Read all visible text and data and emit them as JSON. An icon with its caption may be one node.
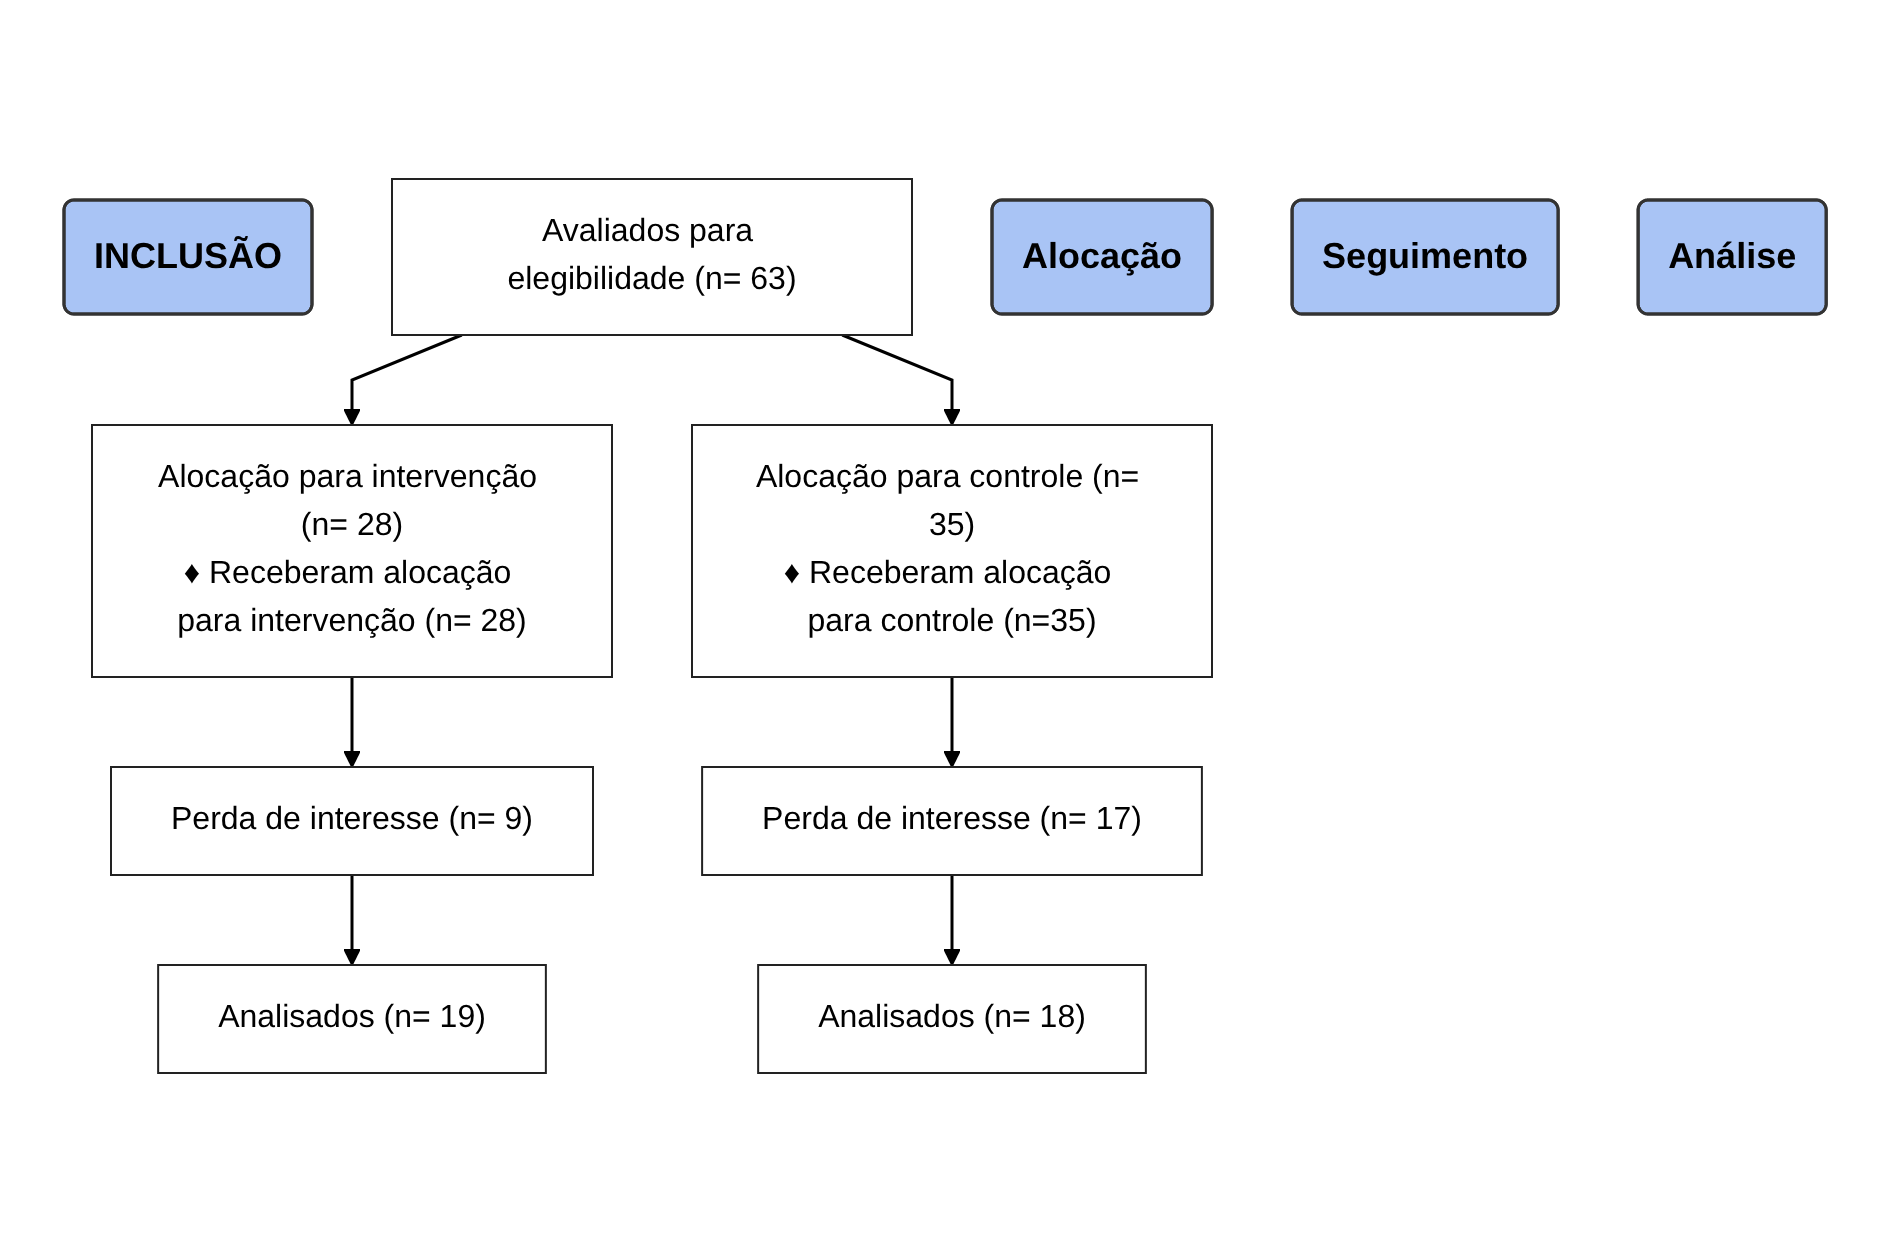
{
  "diagram": {
    "nodes": [
      {
        "text": [
          "INCLUSÃO"
        ]
      },
      {
        "text": [
          "Avaliados para elegibilidade (n= 63)"
        ]
      },
      {
        "text": [
          "Alocação"
        ]
      },
      {
        "text": [
          "Alocação para intervenção (n= 28)",
          "♦ Receberam alocação para intervenção (n= 28)"
        ]
      },
      {
        "text": [
          "Alocação para controle (n= 35)",
          "♦ Receberam alocação para controle (n=35)"
        ]
      },
      {
        "text": [
          "Seguimento"
        ]
      },
      {
        "text": [
          "Perda de interesse (n= 9)"
        ]
      },
      {
        "text": [
          "Perda de interesse (n= 17)"
        ]
      },
      {
        "text": [
          "Análise"
        ]
      },
      {
        "text": [
          "Analisados (n= 19)"
        ]
      },
      {
        "text": [
          "Analisados (n= 18)"
        ]
      }
    ],
    "edges": [
      {
        "from": 1,
        "to": 3,
        "arrow": "to"
      },
      {
        "from": 1,
        "to": 4,
        "arrow": "to"
      },
      {
        "from": 3,
        "to": 6,
        "arrow": "to"
      },
      {
        "from": 4,
        "to": 7,
        "arrow": "to"
      },
      {
        "from": 6,
        "to": 9,
        "arrow": "to"
      },
      {
        "from": 7,
        "to": 10,
        "arrow": "to"
      }
    ]
  }
}
